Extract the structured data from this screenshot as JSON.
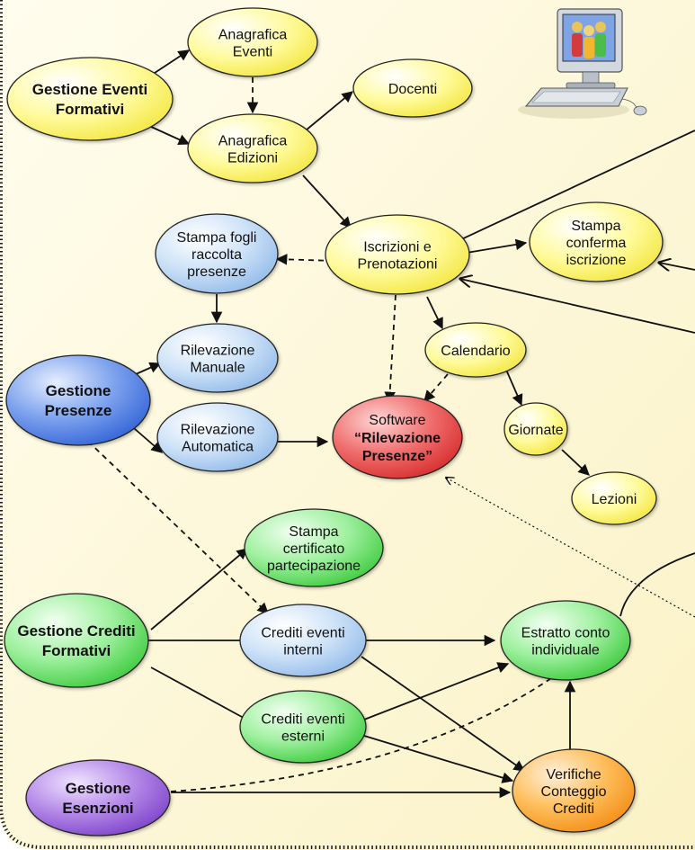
{
  "nodes": {
    "gestione_eventi": {
      "lines": [
        "Gestione Eventi",
        "Formativi"
      ],
      "color": "yellow",
      "bold": true
    },
    "anagrafica_eventi": {
      "lines": [
        "Anagrafica",
        "Eventi"
      ],
      "color": "yellow"
    },
    "docenti": {
      "lines": [
        "Docenti"
      ],
      "color": "yellow"
    },
    "anagrafica_edizioni": {
      "lines": [
        "Anagrafica",
        "Edizioni"
      ],
      "color": "yellow"
    },
    "stampa_fogli": {
      "lines": [
        "Stampa fogli",
        "raccolta",
        "presenze"
      ],
      "color": "lightblue"
    },
    "iscrizioni": {
      "lines": [
        "Iscrizioni e",
        "Prenotazioni"
      ],
      "color": "yellow"
    },
    "stampa_conferma": {
      "lines": [
        "Stampa",
        "conferma",
        "iscrizione"
      ],
      "color": "yellow"
    },
    "rilevazione_manuale": {
      "lines": [
        "Rilevazione",
        "Manuale"
      ],
      "color": "lightblue"
    },
    "gestione_presenze": {
      "lines": [
        "Gestione",
        "Presenze"
      ],
      "color": "blue",
      "bold": true
    },
    "calendario": {
      "lines": [
        "Calendario"
      ],
      "color": "yellow"
    },
    "rilevazione_automatica": {
      "lines": [
        "Rilevazione",
        "Automatica"
      ],
      "color": "lightblue"
    },
    "software": {
      "line1": "Software",
      "line2": "“Rilevazione",
      "line3": "Presenze”",
      "color": "red"
    },
    "giornate": {
      "lines": [
        "Giornate"
      ],
      "color": "yellow"
    },
    "lezioni": {
      "lines": [
        "Lezioni"
      ],
      "color": "yellow"
    },
    "stampa_certificato": {
      "lines": [
        "Stampa",
        "certificato",
        "partecipazione"
      ],
      "color": "green"
    },
    "gestione_crediti": {
      "lines": [
        "Gestione Crediti",
        "Formativi"
      ],
      "color": "green",
      "bold": true
    },
    "crediti_interni": {
      "lines": [
        "Crediti eventi",
        "interni"
      ],
      "color": "lightblue"
    },
    "estratto_conto": {
      "lines": [
        "Estratto conto",
        "individuale"
      ],
      "color": "green"
    },
    "crediti_esterni": {
      "lines": [
        "Crediti eventi",
        "esterni"
      ],
      "color": "green"
    },
    "gestione_esenzioni": {
      "lines": [
        "Gestione",
        "Esenzioni"
      ],
      "color": "purple",
      "bold": true
    },
    "verifiche": {
      "lines": [
        "Verifiche",
        "Conteggio",
        "Crediti"
      ],
      "color": "orange"
    }
  },
  "icons": {
    "computer": "computer-users-icon"
  },
  "colors": {
    "background": "#fdf8d8",
    "frame": "#1a1a1a"
  }
}
